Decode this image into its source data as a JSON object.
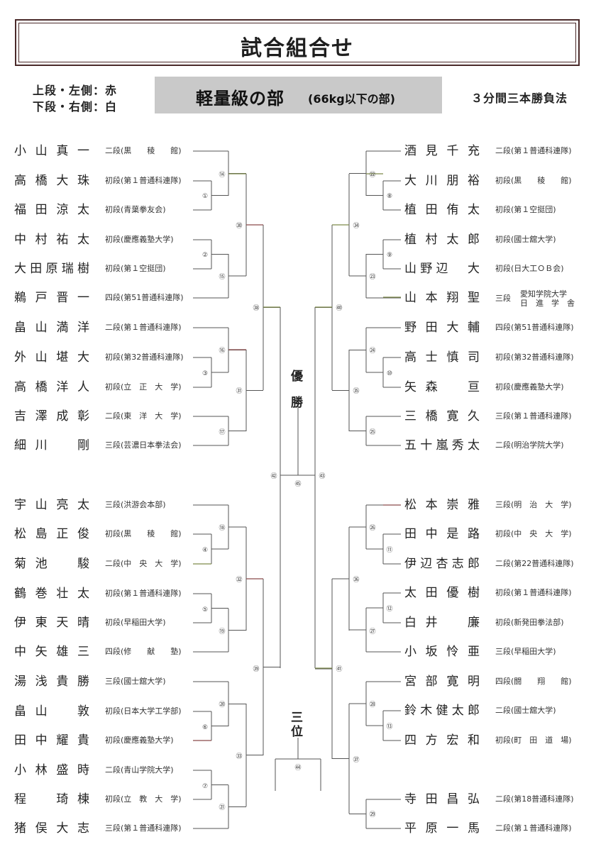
{
  "title": "試合組合せ",
  "legend": {
    "line1": "上段・左側：赤",
    "line2": "下段・右側：白"
  },
  "division": {
    "main": "軽量級の部",
    "sub": "(66kg以下の部)"
  },
  "rule": "３分間三本勝負法",
  "labels": {
    "champion": [
      "優",
      "勝"
    ],
    "third": [
      "三",
      "位"
    ]
  },
  "left_players": [
    {
      "name": "小山真一",
      "rank": "二段(黒　　稜　　館)"
    },
    {
      "name": "高橋大珠",
      "rank": "初段(第１普通科連隊)"
    },
    {
      "name": "福田涼太",
      "rank": "初段(青葉拳友会)"
    },
    {
      "name": "中村祐太",
      "rank": "初段(慶應義塾大学)"
    },
    {
      "name": "大田原瑞樹",
      "rank": "初段(第１空挺団)"
    },
    {
      "name": "鵜戸晋一",
      "rank": "四段(第51普通科連隊)"
    },
    {
      "name": "畠山満洋",
      "rank": "二段(第１普通科連隊)"
    },
    {
      "name": "外山堪大",
      "rank": "初段(第32普通科連隊)"
    },
    {
      "name": "高橋洋人",
      "rank": "初段(立　正　大　学)"
    },
    {
      "name": "吉澤成彰",
      "rank": "二段(東　洋　大　学)"
    },
    {
      "name": "細川　剛",
      "rank": "三段(芸濃日本拳法会)"
    },
    {
      "name": "宇山亮太",
      "rank": "三段(洪游会本部)"
    },
    {
      "name": "松島正俊",
      "rank": "初段(黒　　稜　　館)"
    },
    {
      "name": "菊池　駿",
      "rank": "二段(中　央　大　学)"
    },
    {
      "name": "鶴巻壮太",
      "rank": "初段(第１普通科連隊)"
    },
    {
      "name": "伊東天晴",
      "rank": "初段(早稲田大学)"
    },
    {
      "name": "中矢雄三",
      "rank": "四段(修　　献　　塾)"
    },
    {
      "name": "湯浅貴勝",
      "rank": "三段(國士舘大学)"
    },
    {
      "name": "畠山　敦",
      "rank": "初段(日本大学工学部)"
    },
    {
      "name": "田中耀貴",
      "rank": "初段(慶應義塾大学)"
    },
    {
      "name": "小林盛時",
      "rank": "二段(青山学院大学)"
    },
    {
      "name": "程　琦棟",
      "rank": "初段(立　教　大　学)"
    },
    {
      "name": "猪俣大志",
      "rank": "三段(第１普通科連隊)"
    }
  ],
  "right_players": [
    {
      "name": "酒見千充",
      "rank": "二段(第１普通科連隊)"
    },
    {
      "name": "大川朋裕",
      "rank": "初段(黒　　稜　　館)"
    },
    {
      "name": "植田侑太",
      "rank": "初段(第１空挺団)"
    },
    {
      "name": "植村太郎",
      "rank": "初段(國士舘大学)"
    },
    {
      "name": "山野辺　大",
      "rank": "初段(日大工ＯＢ会)"
    },
    {
      "name": "山本翔聖",
      "rank": "三段",
      "rank_lines": [
        "愛知学院大学",
        "日　進　学　舎"
      ]
    },
    {
      "name": "野田大輔",
      "rank": "四段(第51普通科連隊)"
    },
    {
      "name": "高士慎司",
      "rank": "初段(第32普通科連隊)"
    },
    {
      "name": "矢森　亘",
      "rank": "初段(慶應義塾大学)"
    },
    {
      "name": "三橋寛久",
      "rank": "三段(第１普通科連隊)"
    },
    {
      "name": "五十嵐秀太",
      "rank": "二段(明治学院大学)"
    },
    {
      "name": "松本崇雅",
      "rank": "三段(明　治　大　学)"
    },
    {
      "name": "田中是路",
      "rank": "初段(中　央　大　学)"
    },
    {
      "name": "伊辺杏志郎",
      "rank": "二段(第22普通科連隊)"
    },
    {
      "name": "太田優樹",
      "rank": "初段(第１普通科連隊)"
    },
    {
      "name": "白井　廉",
      "rank": "初段(新発田拳法部)"
    },
    {
      "name": "小坂怜亜",
      "rank": "三段(早稲田大学)"
    },
    {
      "name": "宮部寛明",
      "rank": "四段(闘　　翔　　館)"
    },
    {
      "name": "鈴木健太郎",
      "rank": "二段(國士舘大学)"
    },
    {
      "name": "四方宏和",
      "rank": "初段(町　田　道　場)"
    },
    {
      "name": "寺田昌弘",
      "rank": "二段(第18普通科連隊)"
    },
    {
      "name": "平原一馬",
      "rank": "二段(第１普通科連隊)"
    }
  ],
  "match_numbers": [
    "①",
    "②",
    "③",
    "④",
    "⑤",
    "⑥",
    "⑦",
    "⑧",
    "⑨",
    "⑩",
    "⑪",
    "⑫",
    "⑬",
    "⑭",
    "⑮",
    "⑯",
    "⑰",
    "⑱",
    "⑲",
    "⑳",
    "㉑",
    "㉒",
    "㉓",
    "㉔",
    "㉕",
    "㉖",
    "㉗",
    "㉘",
    "㉙",
    "㉚",
    "㉛",
    "㉜",
    "㉝",
    "㉞",
    "㉟",
    "㊱",
    "㊲",
    "㊳",
    "㊴",
    "㊵",
    "㊶",
    "㊷",
    "㊸",
    "㊹",
    "㊺"
  ]
}
